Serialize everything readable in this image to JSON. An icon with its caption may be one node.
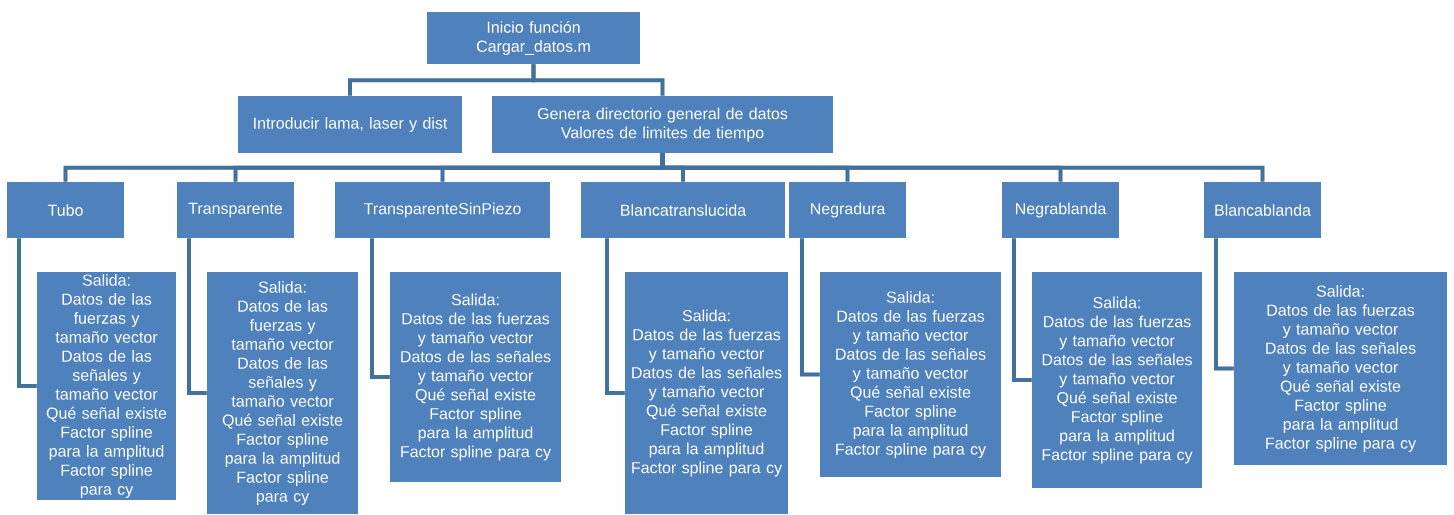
{
  "diagram": {
    "nodes": [
      {
        "text": [
          "Inicio función",
          "Cargar_datos.m"
        ]
      },
      {
        "text": [
          "Introducir lama, laser y dist"
        ]
      },
      {
        "text": [
          "Genera directorio general de datos",
          "Valores de limites de tiempo"
        ]
      },
      {
        "text": [
          "Tubo"
        ]
      },
      {
        "text": [
          "Transparente"
        ]
      },
      {
        "text": [
          "TransparenteSinPiezo"
        ]
      },
      {
        "text": [
          "Blancatranslucida"
        ]
      },
      {
        "text": [
          "Negradura"
        ]
      },
      {
        "text": [
          "Negrablanda"
        ]
      },
      {
        "text": [
          "Blancablanda"
        ]
      },
      {
        "text": [
          "Salida:",
          "Datos de las fuerzas y tamaño vector",
          "Datos de las señales y tamaño vector",
          "Qué señal existe",
          "Factor spline para la amplitud",
          "Factor spline para cy"
        ]
      },
      {
        "text": [
          "Salida:",
          "Datos de las fuerzas y tamaño vector",
          "Datos de las señales y tamaño vector",
          "Qué señal existe",
          "Factor spline para la amplitud",
          "Factor spline para cy"
        ]
      },
      {
        "text": [
          "Salida:",
          "Datos de las fuerzas y tamaño vector",
          "Datos de las señales y tamaño vector",
          "Qué señal existe",
          "Factor spline para la amplitud",
          "Factor spline para cy"
        ]
      },
      {
        "text": [
          "Salida:",
          "Datos de las fuerzas y tamaño vector",
          "Datos de las señales y tamaño vector",
          "Qué señal existe",
          "Factor spline para la amplitud",
          "Factor spline para cy"
        ]
      },
      {
        "text": [
          "Salida:",
          "Datos de las fuerzas y tamaño vector",
          "Datos de las señales y tamaño vector",
          "Qué señal existe",
          "Factor spline para la amplitud",
          "Factor spline para cy"
        ]
      },
      {
        "text": [
          "Salida:",
          "Datos de las fuerzas y tamaño vector",
          "Datos de las señales y tamaño vector",
          "Qué señal existe",
          "Factor spline para la amplitud",
          "Factor spline para cy"
        ]
      },
      {
        "text": [
          "Salida:",
          "Datos de las fuerzas y tamaño vector",
          "Datos de las señales y tamaño vector",
          "Qué señal existe",
          "Factor spline para la amplitud",
          "Factor spline para cy"
        ]
      }
    ],
    "edges": [
      {
        "from": 0,
        "to": 1,
        "arrow": "none"
      },
      {
        "from": 0,
        "to": 2,
        "arrow": "none"
      },
      {
        "from": 2,
        "to": 3,
        "arrow": "none"
      },
      {
        "from": 2,
        "to": 4,
        "arrow": "none"
      },
      {
        "from": 2,
        "to": 5,
        "arrow": "none"
      },
      {
        "from": 2,
        "to": 6,
        "arrow": "none"
      },
      {
        "from": 2,
        "to": 7,
        "arrow": "none"
      },
      {
        "from": 2,
        "to": 8,
        "arrow": "none"
      },
      {
        "from": 2,
        "to": 9,
        "arrow": "none"
      },
      {
        "from": 3,
        "to": 10,
        "arrow": "none"
      },
      {
        "from": 4,
        "to": 11,
        "arrow": "none"
      },
      {
        "from": 5,
        "to": 12,
        "arrow": "none"
      },
      {
        "from": 6,
        "to": 13,
        "arrow": "none"
      },
      {
        "from": 7,
        "to": 14,
        "arrow": "none"
      },
      {
        "from": 8,
        "to": 15,
        "arrow": "none"
      },
      {
        "from": 9,
        "to": 16,
        "arrow": "none"
      }
    ]
  }
}
